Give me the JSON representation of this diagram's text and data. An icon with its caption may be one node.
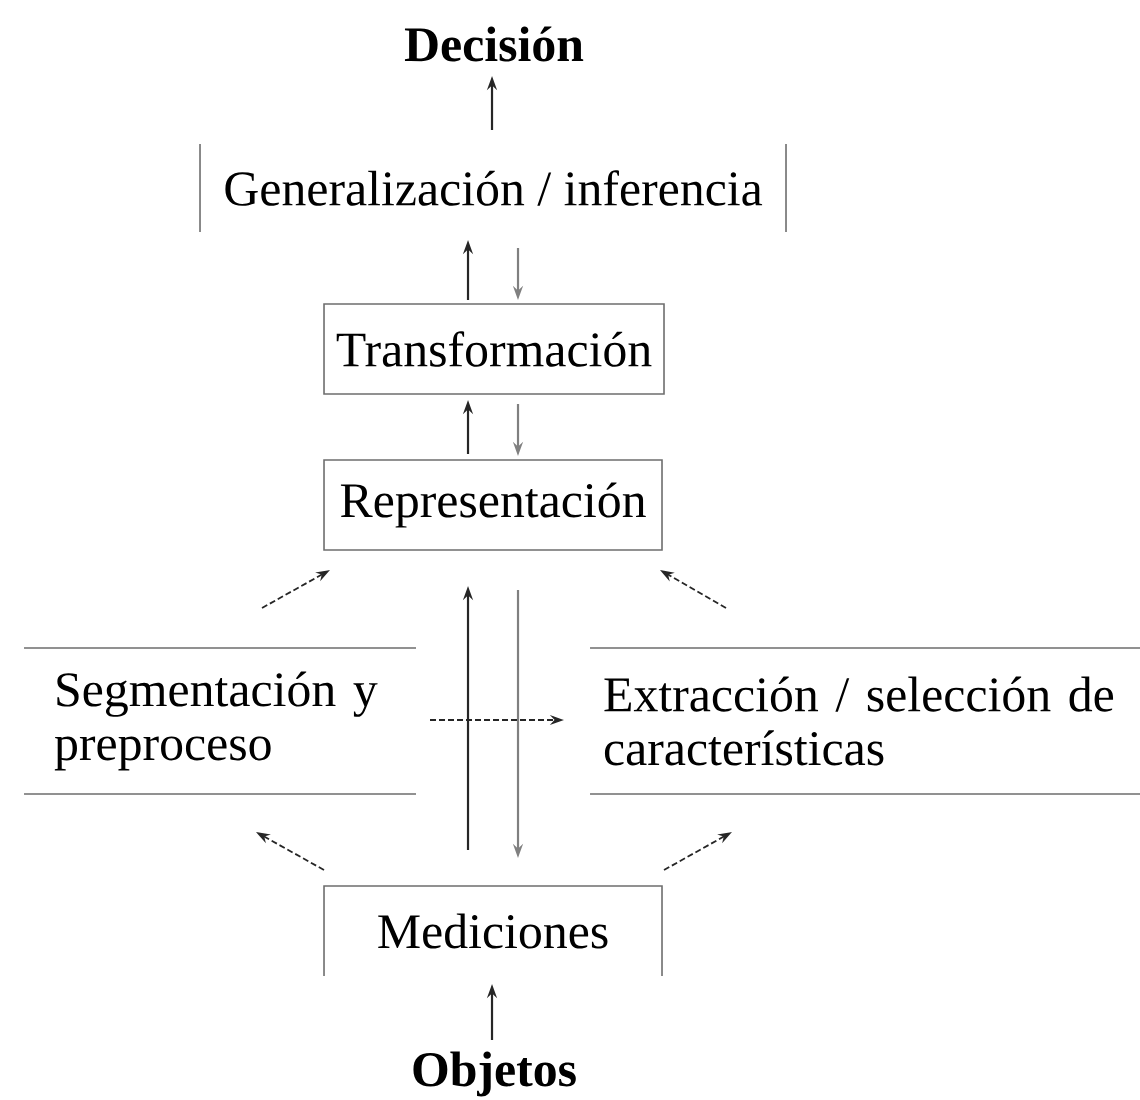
{
  "diagram": {
    "nodes": [
      {
        "text": [
          "Decisión"
        ]
      },
      {
        "text": [
          "Generalización / inferencia"
        ]
      },
      {
        "text": [
          "Transformación"
        ]
      },
      {
        "text": [
          "Representación"
        ]
      },
      {
        "text": [
          "Segmentación y preproceso"
        ]
      },
      {
        "text": [
          "Extracción / selección de características"
        ]
      },
      {
        "text": [
          "Mediciones"
        ]
      },
      {
        "text": [
          "Objetos"
        ]
      }
    ],
    "edges": [
      {
        "from": 1,
        "to": 0,
        "arrow": "to"
      },
      {
        "from": 2,
        "to": 1,
        "arrow": "to"
      },
      {
        "from": 1,
        "to": 2,
        "arrow": "to",
        "color": "#808080"
      },
      {
        "from": 3,
        "to": 2,
        "arrow": "to"
      },
      {
        "from": 2,
        "to": 3,
        "arrow": "to",
        "color": "#808080"
      },
      {
        "from": 6,
        "to": 3,
        "arrow": "to"
      },
      {
        "from": 3,
        "to": 6,
        "arrow": "to",
        "color": "#808080"
      },
      {
        "from": 4,
        "to": 3,
        "arrow": "to",
        "style": "dashed"
      },
      {
        "from": 5,
        "to": 3,
        "arrow": "to",
        "style": "dashed"
      },
      {
        "from": 6,
        "to": 4,
        "arrow": "to",
        "style": "dashed"
      },
      {
        "from": 6,
        "to": 5,
        "arrow": "to",
        "style": "dashed"
      },
      {
        "from": 4,
        "to": 5,
        "arrow": "to",
        "style": "dashed"
      },
      {
        "from": 7,
        "to": 6,
        "arrow": "to"
      }
    ]
  }
}
